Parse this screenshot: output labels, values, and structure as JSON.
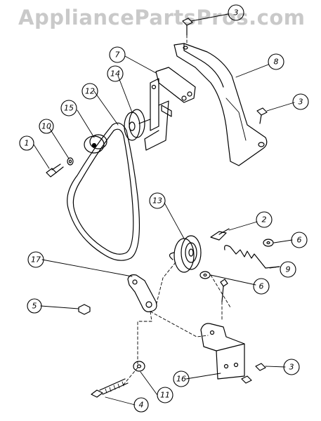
{
  "watermark": "AppliancePartsPros.com",
  "callouts": [
    {
      "id": "c-3-top",
      "label": "3"
    },
    {
      "id": "c-7",
      "label": "7"
    },
    {
      "id": "c-8",
      "label": "8"
    },
    {
      "id": "c-14",
      "label": "14"
    },
    {
      "id": "c-12",
      "label": "12"
    },
    {
      "id": "c-15",
      "label": "15"
    },
    {
      "id": "c-10",
      "label": "10"
    },
    {
      "id": "c-1",
      "label": "1"
    },
    {
      "id": "c-3-right",
      "label": "3"
    },
    {
      "id": "c-13",
      "label": "13"
    },
    {
      "id": "c-2",
      "label": "2"
    },
    {
      "id": "c-6-upper",
      "label": "6"
    },
    {
      "id": "c-9",
      "label": "9"
    },
    {
      "id": "c-6-lower",
      "label": "6"
    },
    {
      "id": "c-17",
      "label": "17"
    },
    {
      "id": "c-5",
      "label": "5"
    },
    {
      "id": "c-16",
      "label": "16"
    },
    {
      "id": "c-3-bottom",
      "label": "3"
    },
    {
      "id": "c-11",
      "label": "11"
    },
    {
      "id": "c-4",
      "label": "4"
    }
  ]
}
